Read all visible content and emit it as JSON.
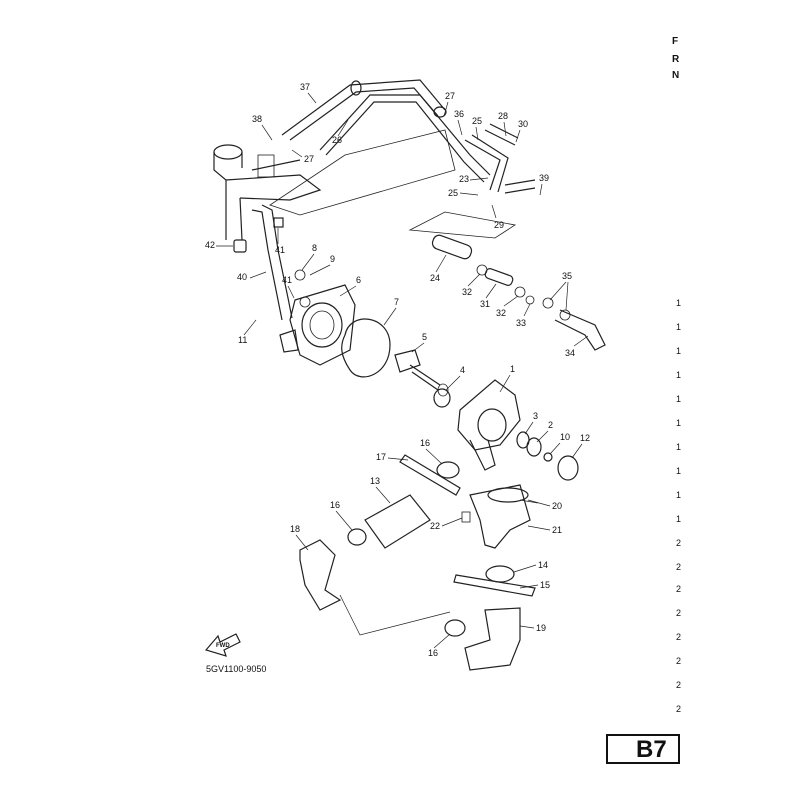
{
  "diagram_code": "5GV1100-9050",
  "page_id": "B7",
  "fwd_label": "FWD",
  "header_letters": [
    "F",
    "R",
    "N"
  ],
  "side_column": [
    "1",
    "1",
    "1",
    "1",
    "1",
    "1",
    "1",
    "1",
    "1",
    "1",
    "2",
    "2",
    "2",
    "2",
    "2",
    "2",
    "2",
    "2"
  ],
  "part_labels": [
    "1",
    "2",
    "3",
    "4",
    "5",
    "6",
    "7",
    "8",
    "9",
    "10",
    "11",
    "12",
    "13",
    "14",
    "15",
    "16",
    "16",
    "16",
    "17",
    "18",
    "19",
    "20",
    "21",
    "22",
    "23",
    "24",
    "25",
    "25",
    "26",
    "27",
    "27",
    "28",
    "29",
    "30",
    "31",
    "32",
    "32",
    "33",
    "34",
    "35",
    "36",
    "37",
    "38",
    "39",
    "40",
    "41",
    "41",
    "42"
  ]
}
